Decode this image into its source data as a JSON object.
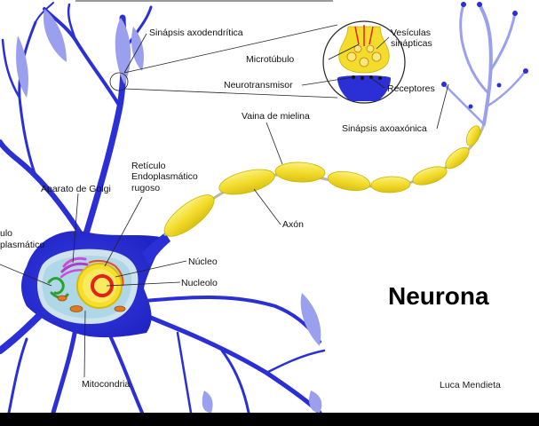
{
  "title": "Neurona",
  "author": "Luca Mendieta",
  "labels": {
    "sinapsis_axodendritica": "Sinápsis axodendrítica",
    "vesiculas_line1": "Vesículas",
    "vesiculas_line2": "sinápticas",
    "microtubulo": "Microtúbulo",
    "neurotransmisor": "Neurotransmisor",
    "receptores": "Receptores",
    "vaina_mielina": "Vaina de mielina",
    "sinapsis_axoaxonica": "Sinápsis axoaxónica",
    "reticulo_rugoso_line1": "Retículo",
    "reticulo_rugoso_line2": "Endoplasmático",
    "reticulo_rugoso_line3": "rugoso",
    "aparato_golgi": "Aparato de Golgi",
    "axon": "Axón",
    "reticulo_liso_line1": "ulo",
    "reticulo_liso_line2": "plasmático",
    "nucleo": "Núcleo",
    "nucleolo": "Nucleolo",
    "mitocondria": "Mitocondria"
  },
  "colors": {
    "neuron_body": "#2a2fd6",
    "dendrite_tip": "#9aa0ee",
    "myelin": "#f3dc2c",
    "myelin_edge": "#c9b400",
    "axon_core": "#b8b8a8",
    "nucleus": "#f5df2a",
    "nucleolus": "#e8201a"
  }
}
